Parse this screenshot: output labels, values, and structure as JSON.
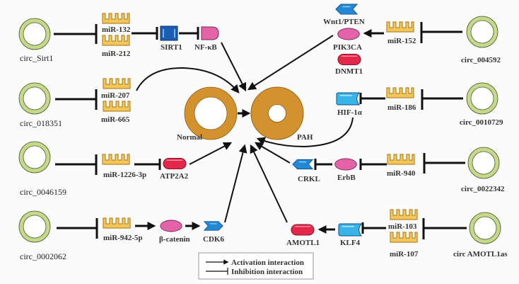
{
  "title": "circRNA-miRNA-mRNA regulatory network in PAH",
  "colors": {
    "circ_ring": "#c5d98a",
    "mirna": "#f2c75a",
    "vessel": "#d4922e",
    "pink": "#e462a8",
    "red": "#e3274b",
    "blue": "#2389d6",
    "dark_blue": "#1a5fb4",
    "light_blue": "#39b4e8"
  },
  "center": {
    "normal_label": "Normal",
    "pah_label": "PAH"
  },
  "circRNAs": {
    "sirt1": "circ_Sirt1",
    "c018351": "circ_018351",
    "c0046159": "circ_0046159",
    "c0002062": "circ_0002062",
    "c004592": "circ_004592",
    "c0010729": "circ_0010729",
    "c0022342": "circ_0022342",
    "amotl1as": "circ AMOTL1as"
  },
  "miRNAs": {
    "m132": "miR-132",
    "m212": "miR-212",
    "m207": "miR-207",
    "m665": "miR-665",
    "m1226": "miR-1226-3p",
    "m942": "miR-942-5p",
    "m152": "miR-152",
    "m186": "miR-186",
    "m940": "miR-940",
    "m103": "miR-103",
    "m107": "miR-107"
  },
  "genes": {
    "sirt1": "SIRT1",
    "nfkb": "NF-κB",
    "atp2a2": "ATP2A2",
    "bcatenin": "β-catenin",
    "cdk6": "CDK6",
    "wnt1": "Wnt1/PTEN",
    "pik3ca": "PIK3CA",
    "dnmt1": "DNMT1",
    "hif1a": "HIF-1α",
    "crkl": "CRKL",
    "erbb": "ErbB",
    "amotl1": "AMOTL1",
    "klf4": "KLF4"
  },
  "legend": {
    "activation": "Activation interaction",
    "inhibition": "Inhibition interaction"
  }
}
